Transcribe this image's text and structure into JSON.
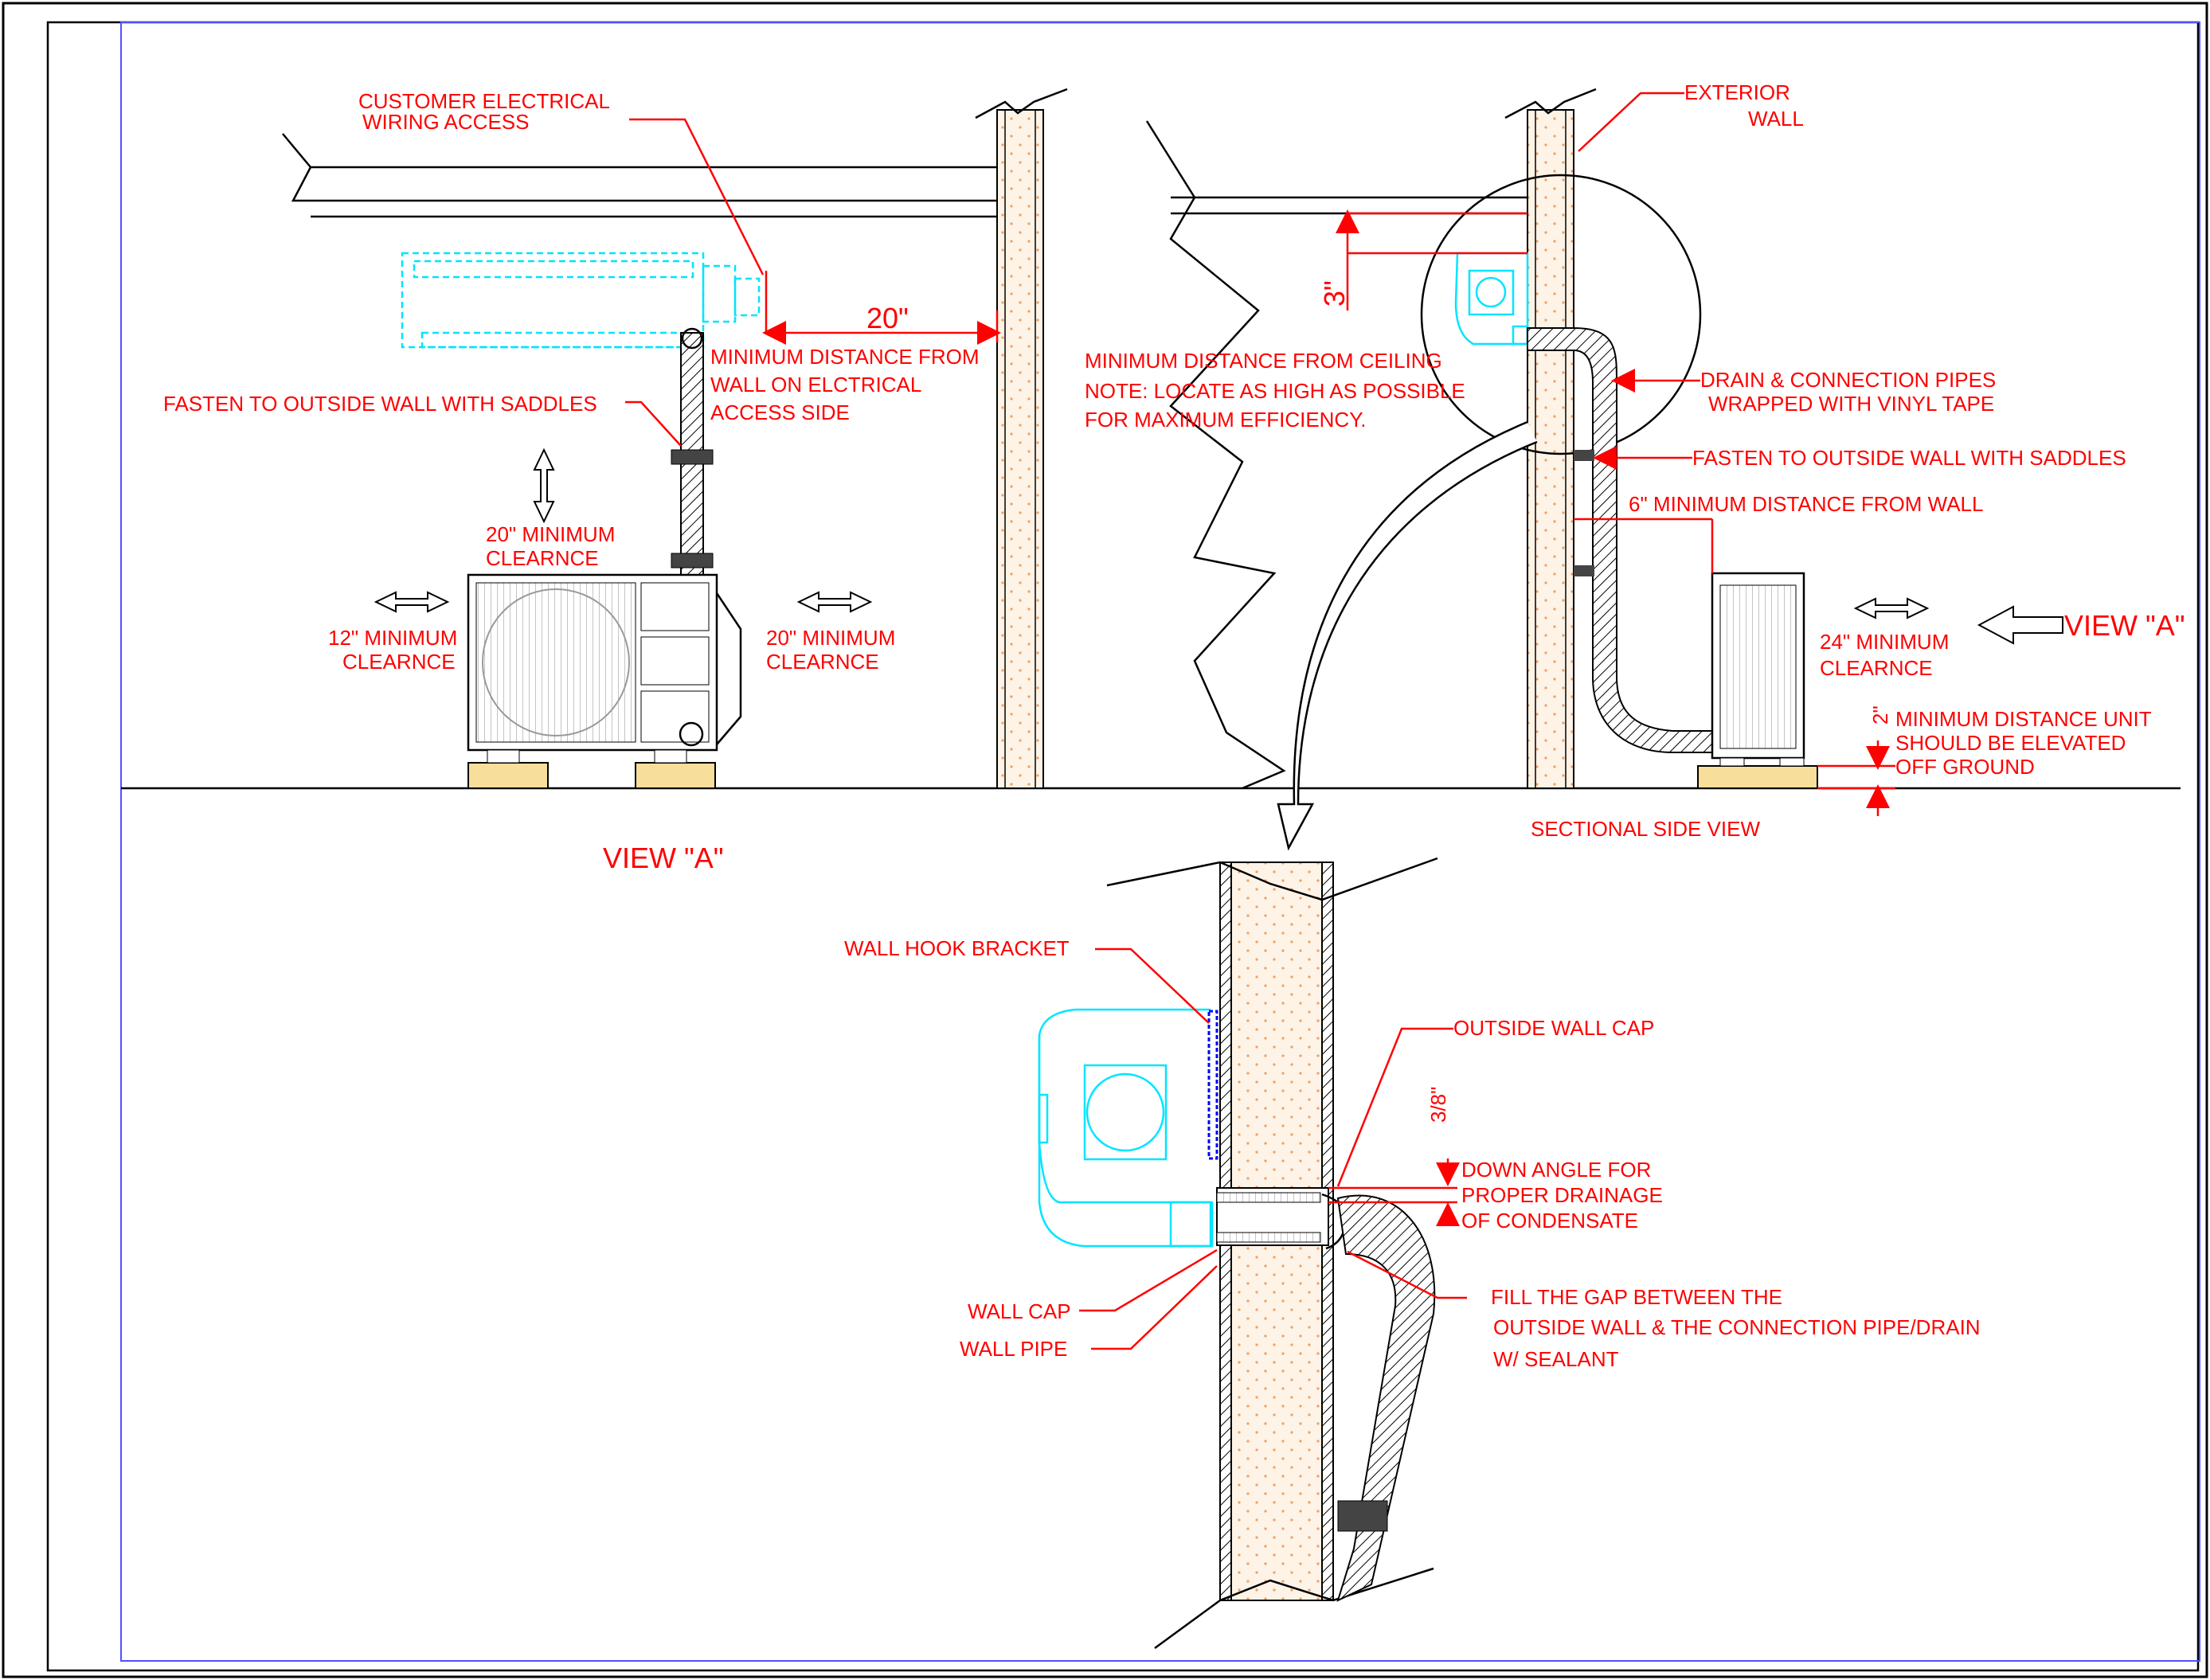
{
  "diagram": {
    "labels": {
      "customer_electrical": [
        "CUSTOMER ELECTRICAL",
        "WIRING ACCESS"
      ],
      "dim_20": "20\"",
      "min_distance_wall": [
        "MINIMUM DISTANCE FROM",
        "WALL ON ELCTRICAL",
        "ACCESS SIDE"
      ],
      "fasten_left": "FASTEN TO OUTSIDE WALL WITH SADDLES",
      "min_clear_20_top": [
        "20\" MINIMUM",
        "CLEARNCE"
      ],
      "min_clear_12": [
        "12\" MINIMUM",
        "CLEARNCE"
      ],
      "min_clear_20_right": [
        "20\" MINIMUM",
        "CLEARNCE"
      ],
      "view_a_left": "VIEW \"A\"",
      "exterior_wall": [
        "EXTERIOR",
        "WALL"
      ],
      "dim_3": "3\"",
      "min_distance_ceiling": [
        "MINIMUM DISTANCE FROM CEILING",
        "NOTE: LOCATE AS HIGH AS POSSIBLE",
        "FOR MAXIMUM EFFICIENCY."
      ],
      "drain_pipes": [
        "DRAIN & CONNECTION PIPES",
        "WRAPPED WITH VINYL TAPE"
      ],
      "fasten_right": "FASTEN TO OUTSIDE WALL WITH SADDLES",
      "min_6": "6\" MINIMUM DISTANCE FROM WALL",
      "min_clear_24": [
        "24\" MINIMUM",
        "CLEARNCE"
      ],
      "view_a_right": "VIEW \"A\"",
      "dim_2": "2\"",
      "min_elevated": [
        "MINIMUM DISTANCE UNIT",
        "SHOULD BE ELEVATED",
        "OFF GROUND"
      ],
      "sectional_side_view": "SECTIONAL SIDE VIEW",
      "wall_hook_bracket": "WALL HOOK BRACKET",
      "outside_wall_cap": "OUTSIDE WALL CAP",
      "dim_3_8": "3/8\"",
      "down_angle": [
        "DOWN ANGLE FOR",
        "PROPER DRAINAGE",
        "OF CONDENSATE"
      ],
      "wall_cap": "WALL CAP",
      "wall_pipe": "WALL PIPE",
      "fill_gap": [
        "FILL THE GAP BETWEEN THE",
        "OUTSIDE WALL & THE CONNECTION PIPE/DRAIN",
        "W/ SEALANT"
      ]
    },
    "colors": {
      "annotation": "#ff0000",
      "indoor_unit": "#00e5ff",
      "border": "#5050ff",
      "pad": "#f7de9a",
      "wall_fill": "#fbe9d4"
    }
  }
}
